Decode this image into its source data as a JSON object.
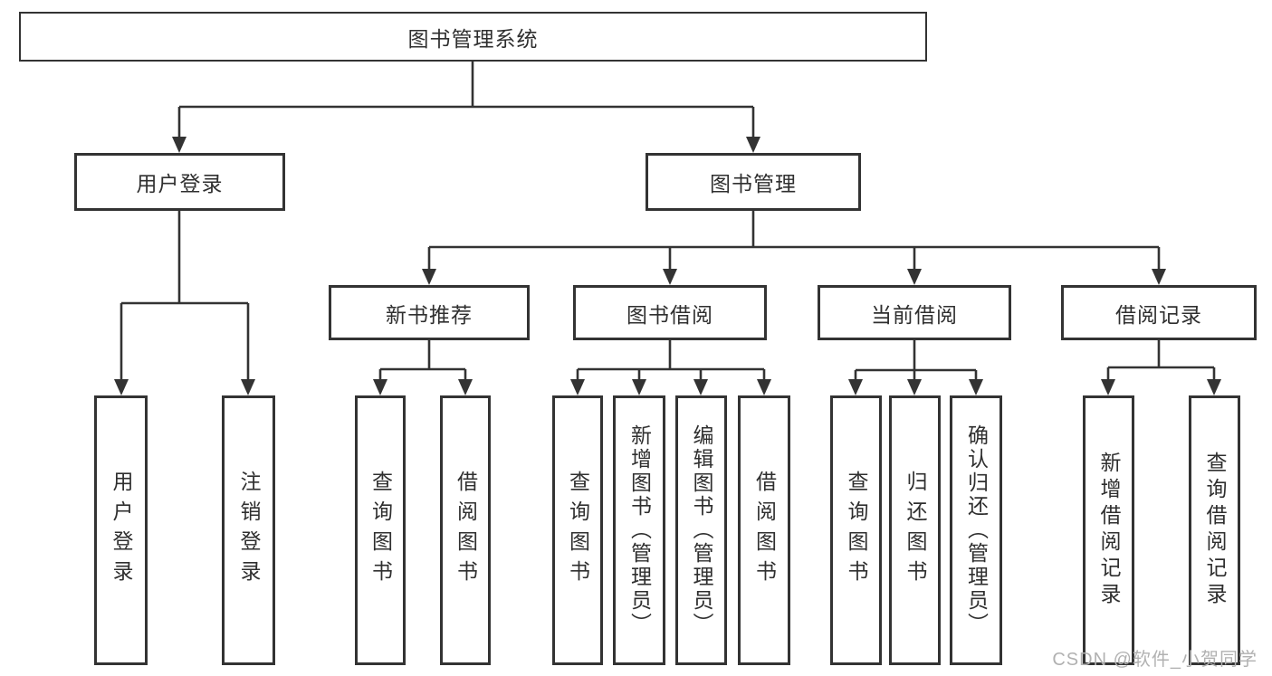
{
  "tree": {
    "root": {
      "label": "图书管理系统"
    },
    "branches": [
      {
        "label": "用户登录",
        "leaves": [
          {
            "label": "用户登录"
          },
          {
            "label": "注销登录"
          }
        ]
      },
      {
        "label": "图书管理",
        "children": [
          {
            "label": "新书推荐",
            "leaves": [
              {
                "label": "查询图书"
              },
              {
                "label": "借阅图书"
              }
            ]
          },
          {
            "label": "图书借阅",
            "leaves": [
              {
                "label": "查询图书"
              },
              {
                "label": "新增图书（管理员）"
              },
              {
                "label": "编辑图书（管理员）"
              },
              {
                "label": "借阅图书"
              }
            ]
          },
          {
            "label": "当前借阅",
            "leaves": [
              {
                "label": "查询图书"
              },
              {
                "label": "归还图书"
              },
              {
                "label": "确认归还（管理员）"
              }
            ]
          },
          {
            "label": "借阅记录",
            "leaves": [
              {
                "label": "新增借阅记录"
              },
              {
                "label": "查询借阅记录"
              }
            ]
          }
        ]
      }
    ]
  },
  "watermark": "CSDN @软件_小贺同学",
  "colors": {
    "line": "#333333",
    "text": "#2f2f2f",
    "background": "#ffffff",
    "watermark": "#b1b1b1"
  }
}
